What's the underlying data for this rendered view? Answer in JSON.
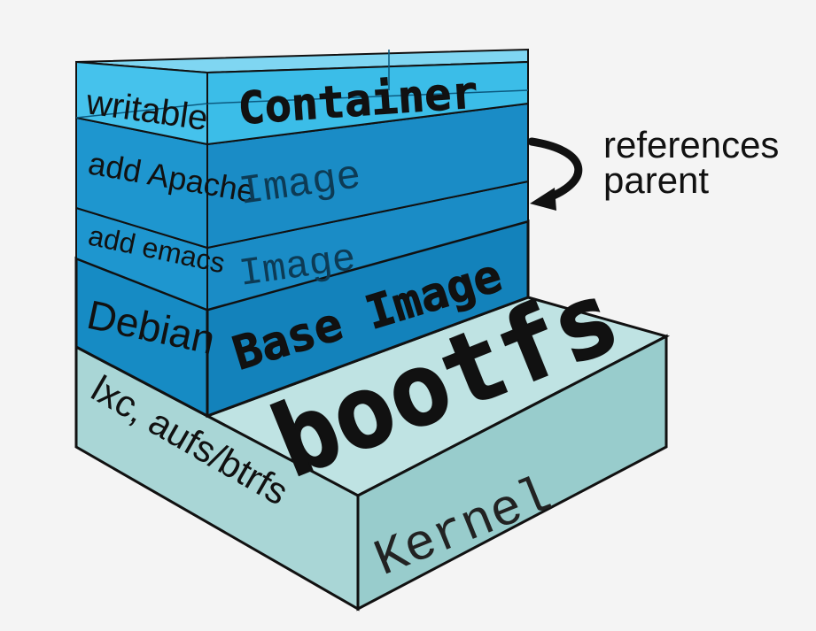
{
  "layers": {
    "container": {
      "side_label": "writable",
      "front_label": "Container"
    },
    "image_top": {
      "side_label": "add Apache",
      "front_label": "Image"
    },
    "image_mid": {
      "side_label": "add emacs",
      "front_label": "Image"
    },
    "base": {
      "side_label": "Debian",
      "front_label": "Base Image"
    },
    "bootfs": {
      "side_label": "lxc, aufs/btrfs",
      "top_label": "bootfs",
      "front_label": "Kernel"
    }
  },
  "annotation": {
    "line1": "references",
    "line2": "parent"
  },
  "colors": {
    "background": "#f4f4f4",
    "container_front": "#3bbde8",
    "container_side": "#45c2ec",
    "image_front": "#1a8cc6",
    "image_side": "#1e96cf",
    "base_front": "#1382bb",
    "base_side": "#168bc4",
    "bootfs_top": "#bfe3e3",
    "bootfs_side": "#a9d6d6",
    "bootfs_front": "#98cccc",
    "ink": "#111111"
  }
}
